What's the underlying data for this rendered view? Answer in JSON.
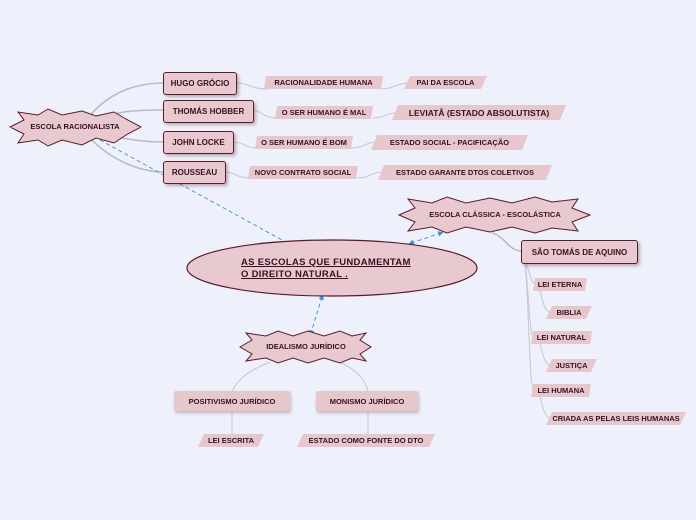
{
  "center": {
    "line1": "AS ESCOLAS QUE FUNDAMENTAM",
    "line2": "O DIREITO NATURAL ."
  },
  "racionalista": {
    "label": "ESCOLA RACIONALISTA",
    "thinkers": [
      {
        "name": "HUGO GRÓCIO",
        "idea": "RACIONALIDADE HUMANA",
        "result": "PAI DA ESCOLA"
      },
      {
        "name": "THOMÁS HOBBER",
        "idea": "O SER HUMANO É MAL",
        "result": "LEVIATÃ (ESTADO ABSOLUTISTA)"
      },
      {
        "name": "JOHN LOCKE",
        "idea": "O SER HUMANO É BOM",
        "result": "ESTADO SOCIAL - PACIFICAÇÃO"
      },
      {
        "name": "ROUSSEAU",
        "idea": "NOVO CONTRATO SOCIAL",
        "result": "ESTADO GARANTE DTOS COLETIVOS"
      }
    ]
  },
  "classica": {
    "label": "ESCOLA CLÁSSICA - ESCOLÁSTICA",
    "thinker": "SÃO TOMÁS DE AQUINO",
    "leis": [
      {
        "name": "LEI ETERNA",
        "detail": "BIBLIA"
      },
      {
        "name": "LEI NATURAL",
        "detail": "JUSTIÇA"
      },
      {
        "name": "LEI HUMANA",
        "detail": "CRIADA AS PELAS LEIS HUMANAS"
      }
    ]
  },
  "idealismo": {
    "label": "IDEALISMO JURÍDICO",
    "positivismo": "POSITIVISMO JURÍDICO",
    "positivismo_detail": "LEI ESCRITA",
    "monismo": "MONISMO JURÍDICO",
    "monismo_detail": "ESTADO COMO FONTE DO DTO"
  },
  "colors": {
    "fill": "#e8c9cf",
    "border": "#5b1a2c",
    "link": "#b9bdc9",
    "dashed": "#3a8fd6"
  }
}
